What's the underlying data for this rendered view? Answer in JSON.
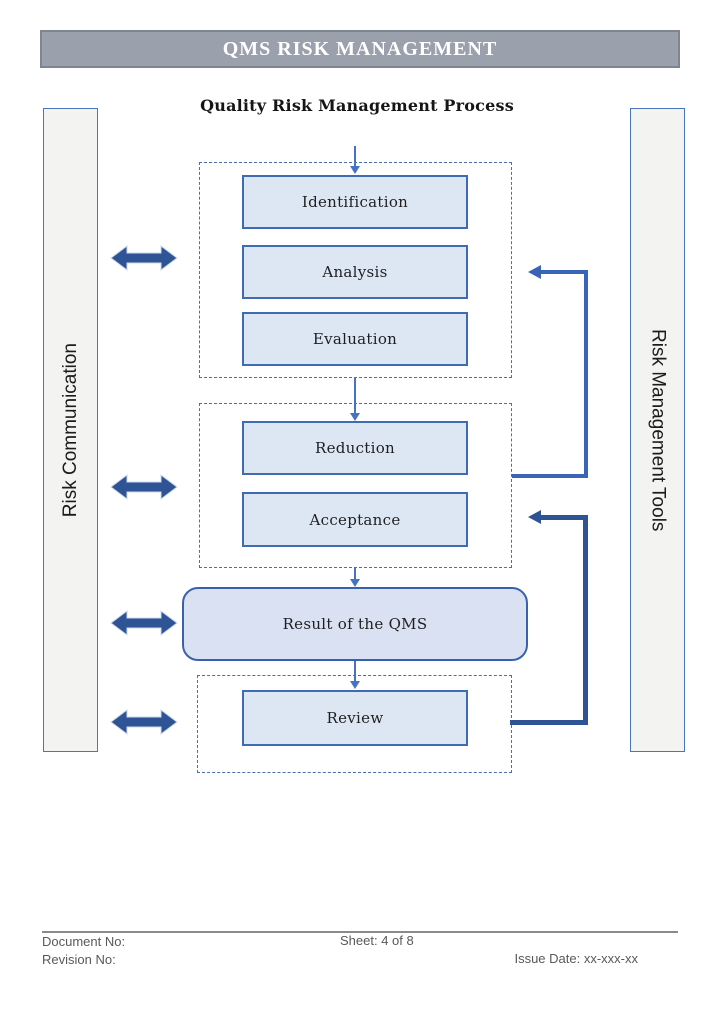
{
  "banner": {
    "title": "QMS RISK MANAGEMENT"
  },
  "diagram": {
    "title": "Quality Risk Management Process",
    "left_rail_label": "Risk Communication",
    "right_rail_label": "Risk Management Tools",
    "assessment_steps": [
      "Identification",
      "Analysis",
      "Evaluation"
    ],
    "control_steps": [
      "Reduction",
      "Acceptance"
    ],
    "result_label": "Result of the QMS",
    "review_label": "Review"
  },
  "colors": {
    "banner_bg": "#9aa0ac",
    "banner_border": "#7e8591",
    "banner_text": "#ffffff",
    "step_fill": "#dde7f4",
    "step_border": "#3f6ab4",
    "result_fill": "#d9e1f2",
    "dashed_group_border": "#4a6fae",
    "flow_arrow": "#4472c4",
    "feedback_connector_upper": "#3a64b8",
    "feedback_connector_lower": "#2f5496",
    "double_arrow": "#2f5496",
    "rail_fill": "#f3f3f2",
    "rail_border": "#4a74c0",
    "footer_text": "#595959"
  },
  "footer": {
    "document_no": "Document No:",
    "revision_no": "Revision No:",
    "sheet": "Sheet: 4 of 8",
    "issue_date": "Issue Date: xx-xxx-xx"
  }
}
